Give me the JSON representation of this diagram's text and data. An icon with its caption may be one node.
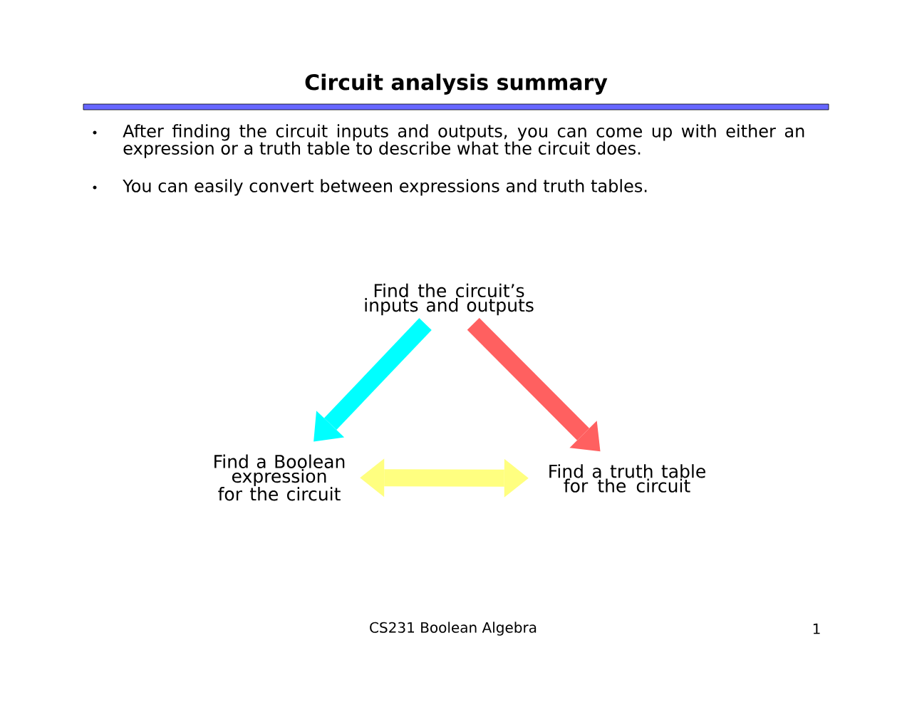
{
  "diagram": {
    "title": "Circuit analysis summary",
    "nodes": [
      {
        "text": [
          "Find the circuit’s inputs and outputs"
        ]
      },
      {
        "text": [
          "Find a Boolean expression for the circuit"
        ]
      },
      {
        "text": [
          "Find a truth table for the circuit"
        ]
      }
    ],
    "edges": [
      {
        "from": 0,
        "to": 1,
        "arrow": "to",
        "color": "#00ffff"
      },
      {
        "from": 0,
        "to": 2,
        "arrow": "to",
        "color": "#ff6060"
      },
      {
        "from": 1,
        "to": 2,
        "arrow": "both",
        "color": "#ffff80"
      }
    ],
    "labels": [
      "After finding the circuit inputs and outputs, you can come up with either an expression or a truth table to describe what the circuit does.",
      "You can easily convert between expressions and truth tables.",
      "CS231 Boolean Algebra",
      "1"
    ]
  }
}
